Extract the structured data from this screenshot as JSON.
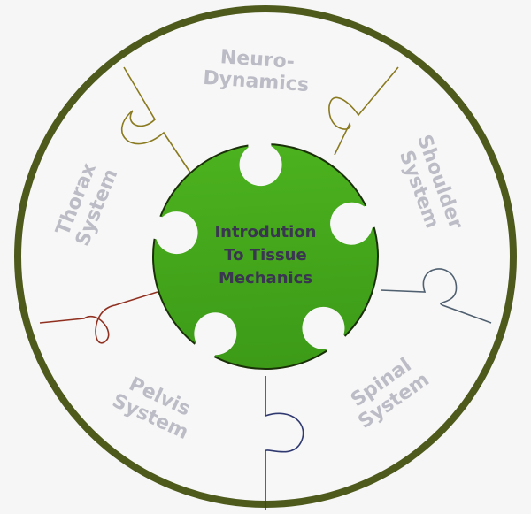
{
  "center": {
    "line1": "Introdution",
    "line2": "To Tissue",
    "line3": "Mechanics"
  },
  "segments": [
    {
      "line1": "Neuro-",
      "line2": "Dynamics"
    },
    {
      "line1": "Shoulder",
      "line2": "System"
    },
    {
      "line1": "Spinal",
      "line2": "System"
    },
    {
      "line1": "Pelvis",
      "line2": "System"
    },
    {
      "line1": "Thorax",
      "line2": "System"
    }
  ],
  "colors": {
    "ring": "#4e5a1c",
    "center": "#46a81c",
    "label": "#bcbcc6",
    "title": "#3a3550"
  }
}
